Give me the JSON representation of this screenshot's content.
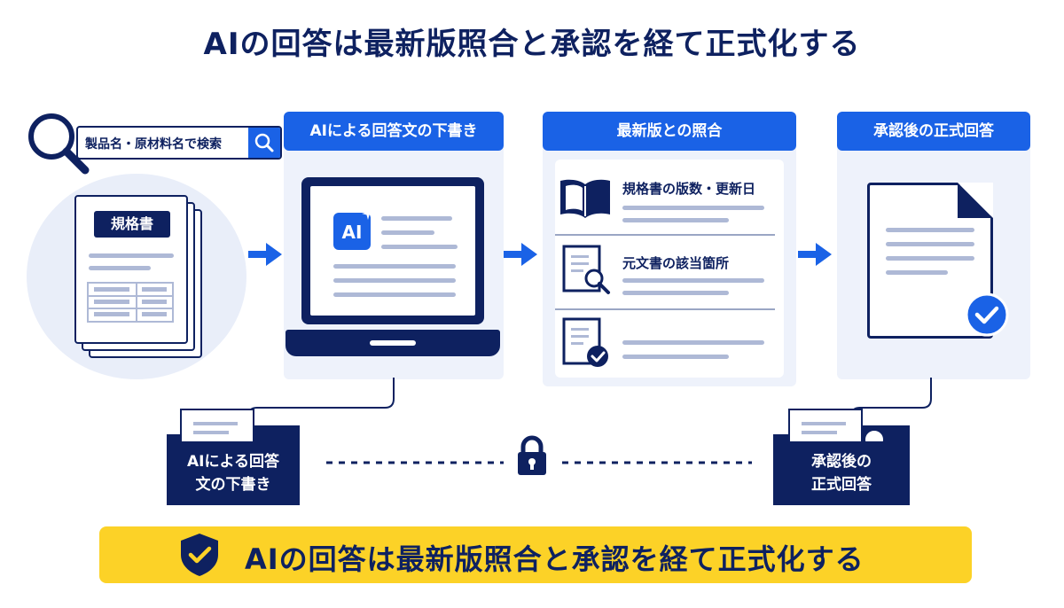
{
  "title": "AIの回答は最新版照合と承認を経て正式化する",
  "search": {
    "text": "製品名・原材料名で検索",
    "icon": "search-icon"
  },
  "source": {
    "badge": "規格書"
  },
  "stages": [
    {
      "label": "AIによる回答文の下書き"
    },
    {
      "label": "最新版との照合"
    },
    {
      "label": "承認後の正式回答"
    }
  ],
  "laptop": {
    "ai_badge": "AI"
  },
  "verification": {
    "items": [
      {
        "label": "規格書の版数・更新日",
        "icon": "open-book-icon"
      },
      {
        "label": "元文書の該当箇所",
        "icon": "document-magnifier-icon"
      },
      {
        "label": "",
        "icon": "document-check-icon"
      }
    ]
  },
  "storage": {
    "draft_folder": "AIによる回答\n文の下書き",
    "approved_folder": "承認後の\n正式回答",
    "separator_icon": "lock-icon"
  },
  "banner": {
    "text": "AIの回答は最新版照合と承認を経て正式化する",
    "icon": "shield-check-icon"
  },
  "colors": {
    "navy": "#0e2160",
    "accent_blue": "#1a62e6",
    "panel_bg": "#eef2fb",
    "banner_yellow": "#fcd227"
  }
}
